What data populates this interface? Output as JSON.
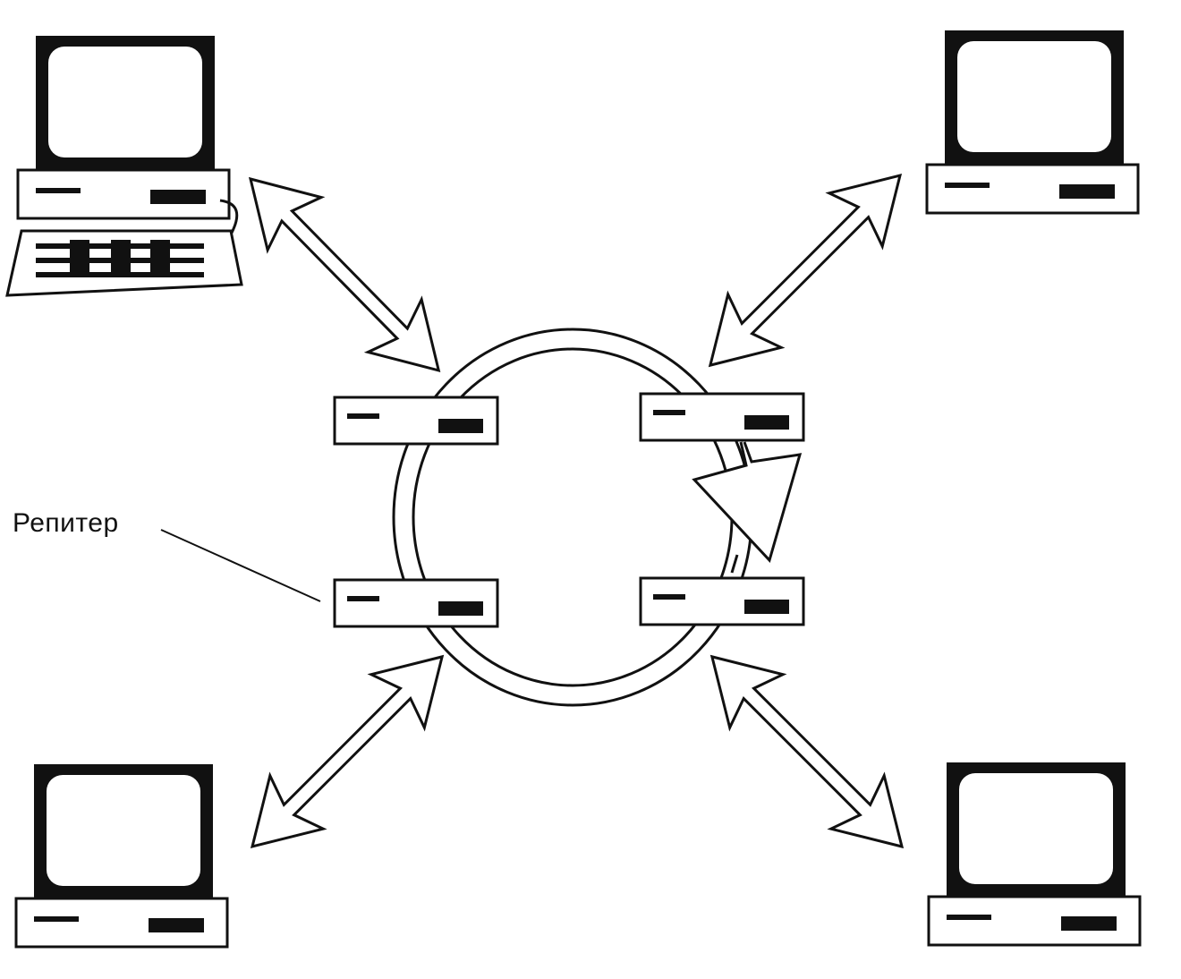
{
  "diagram": {
    "repeater_label": "Репитер",
    "colors": {
      "ink": "#111111",
      "paper": "#ffffff"
    },
    "nodes": [
      {
        "id": "pc-top-left",
        "icon": "computer-with-keyboard-icon"
      },
      {
        "id": "pc-top-right",
        "icon": "computer-icon"
      },
      {
        "id": "pc-bottom-left",
        "icon": "computer-icon"
      },
      {
        "id": "pc-bottom-right",
        "icon": "computer-icon"
      },
      {
        "id": "repeater-top-left",
        "icon": "repeater-icon"
      },
      {
        "id": "repeater-top-right",
        "icon": "repeater-icon"
      },
      {
        "id": "repeater-bottom-left",
        "icon": "repeater-icon"
      },
      {
        "id": "repeater-bottom-right",
        "icon": "repeater-icon"
      }
    ],
    "edges": [
      {
        "from": "pc-top-left",
        "to": "repeater-top-left",
        "direction": "both"
      },
      {
        "from": "pc-top-right",
        "to": "repeater-top-right",
        "direction": "both"
      },
      {
        "from": "pc-bottom-left",
        "to": "repeater-bottom-left",
        "direction": "both"
      },
      {
        "from": "pc-bottom-right",
        "to": "repeater-bottom-right",
        "direction": "both"
      },
      {
        "from": "repeater-top-right",
        "to": "repeater-bottom-right",
        "direction": "forward",
        "note": "ring-direction-arrow"
      }
    ]
  }
}
